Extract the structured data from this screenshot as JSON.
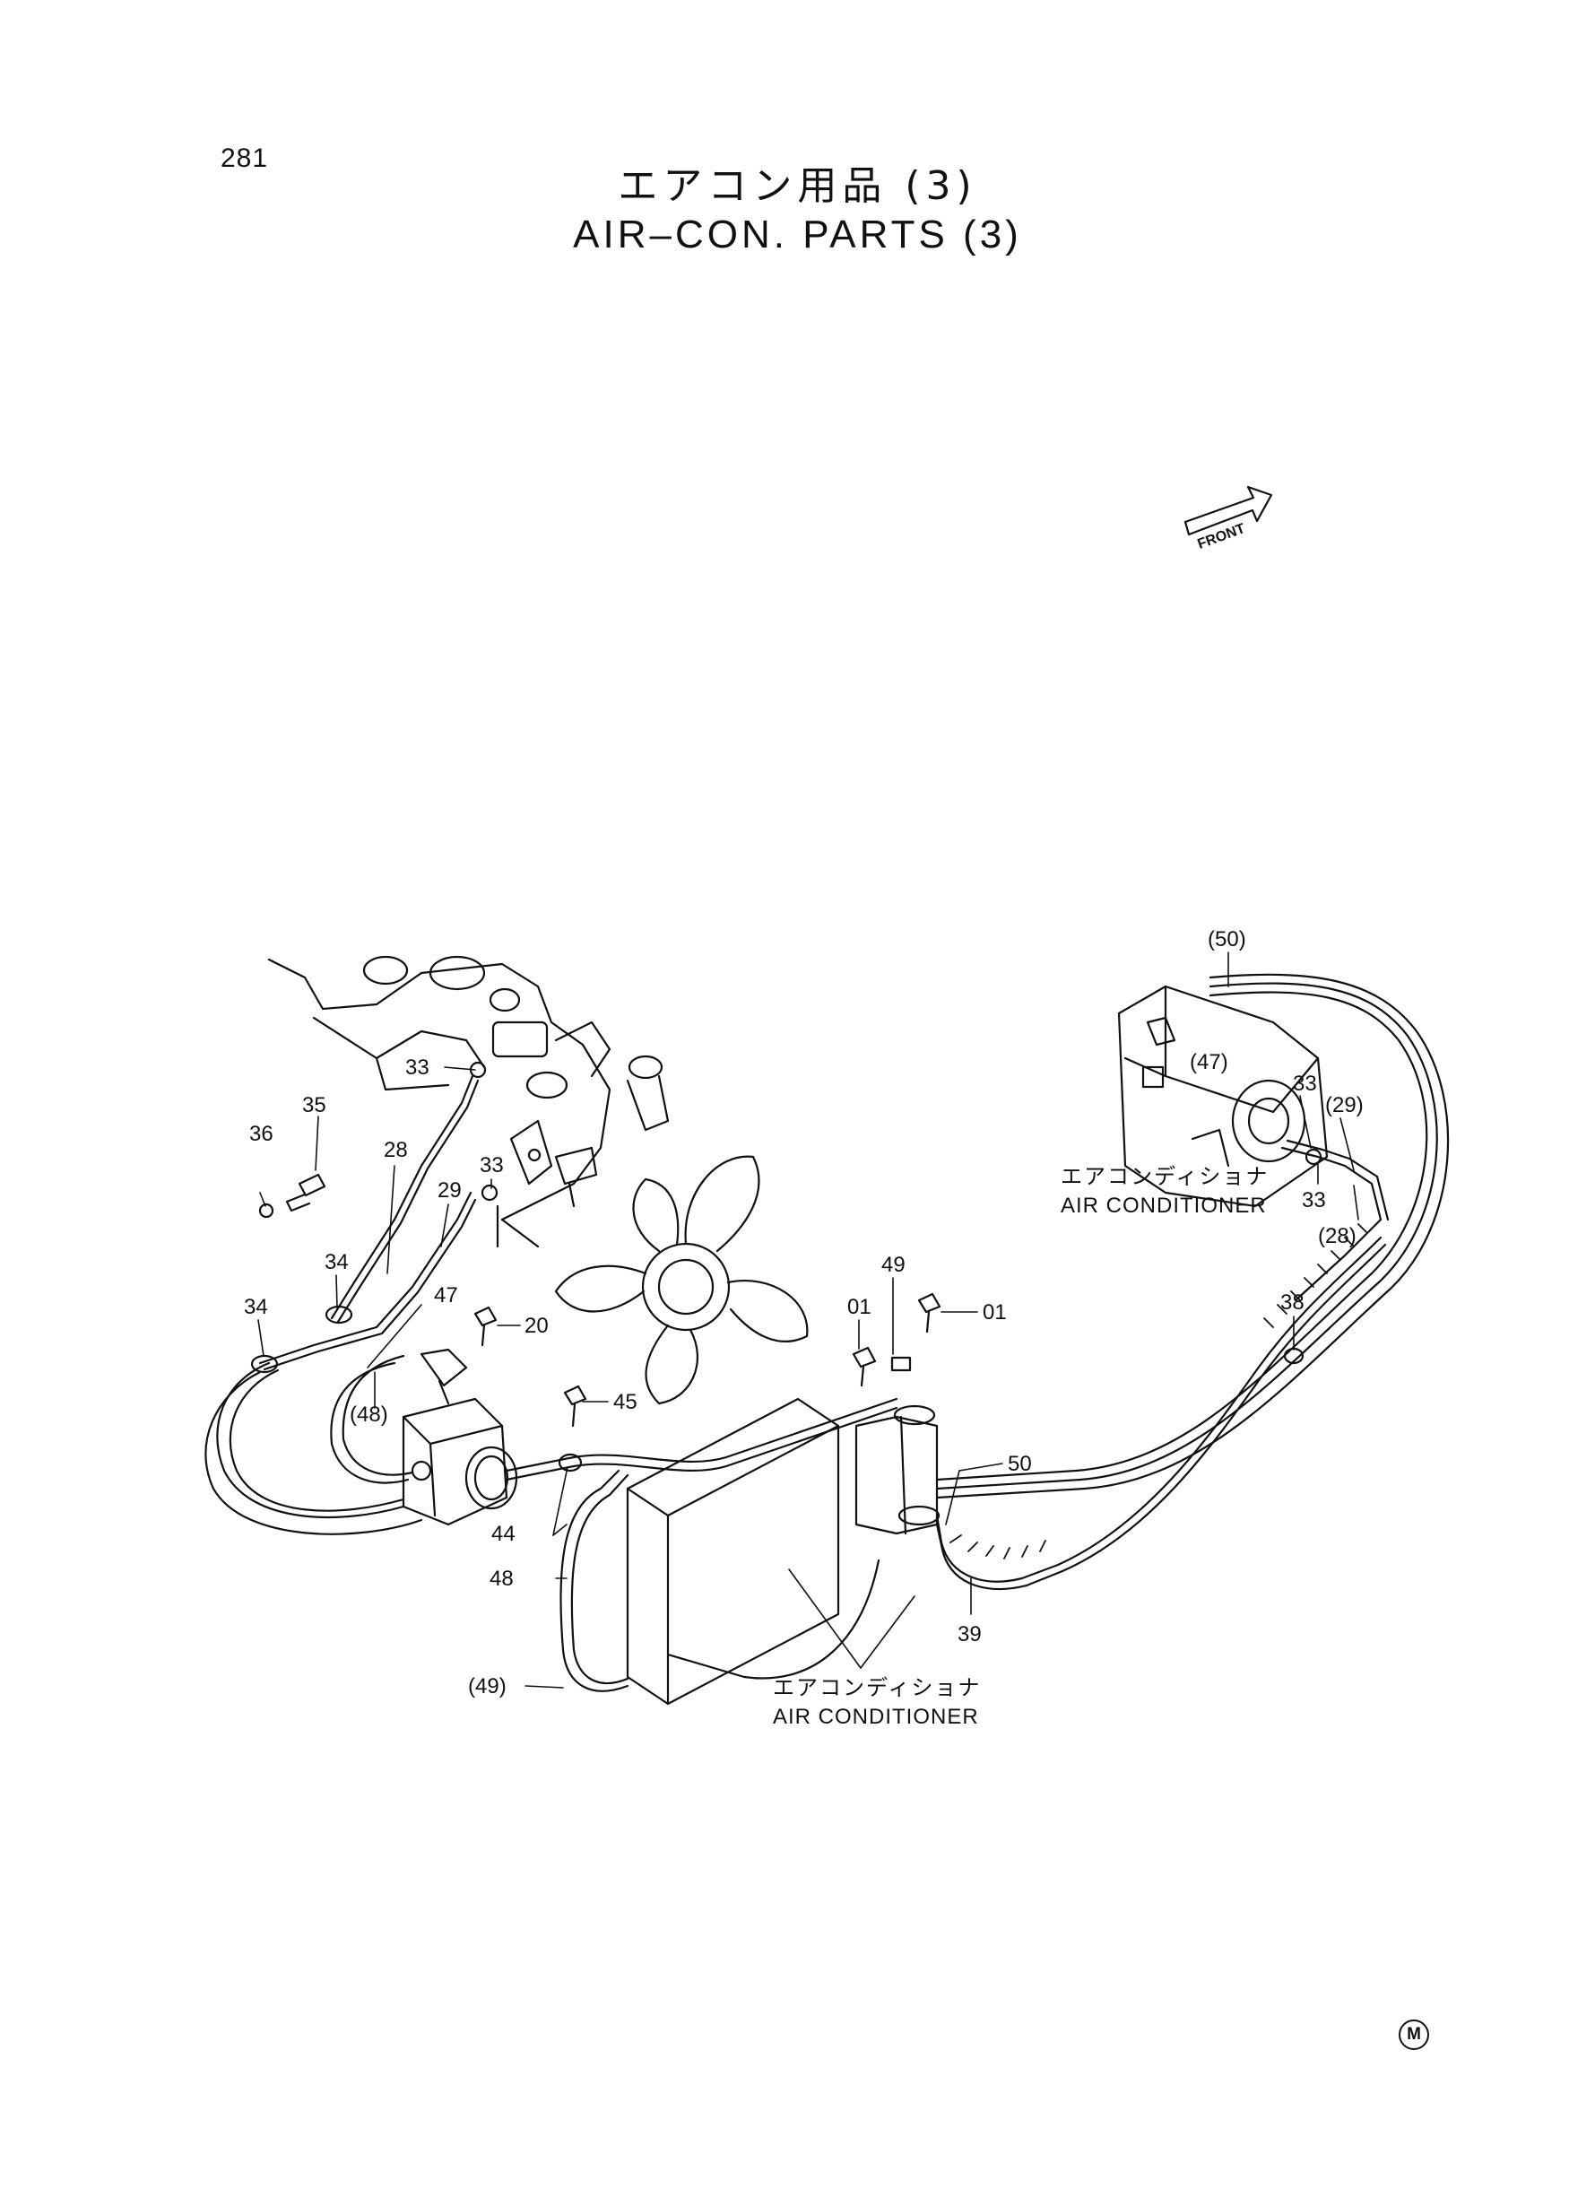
{
  "page_number": "281",
  "title_jp": "エアコン用品 (3)",
  "title_en": "AIR–CON. PARTS (3)",
  "front_arrow_label": "FRONT",
  "callouts": {
    "c33a": "33",
    "c35": "35",
    "c36": "36",
    "c28": "28",
    "c33b": "33",
    "c29": "29",
    "c34a": "34",
    "c34b": "34",
    "c47": "47",
    "c20": "20",
    "c48p": "(48)",
    "c45": "45",
    "c44": "44",
    "c48": "48",
    "c49p": "(49)",
    "c49": "49",
    "c01a": "01",
    "c01b": "01",
    "c50": "50",
    "c39": "39",
    "c38": "38",
    "c50p": "(50)",
    "c47p": "(47)",
    "c33c": "33",
    "c29p": "(29)",
    "c33d": "33",
    "c28p": "(28)"
  },
  "labels": {
    "aircon_upper_jp": "エアコンディショナ",
    "aircon_upper_en": "AIR CONDITIONER",
    "aircon_lower_jp": "エアコンディショナ",
    "aircon_lower_en": "AIR CONDITIONER"
  },
  "corner_mark": "M"
}
